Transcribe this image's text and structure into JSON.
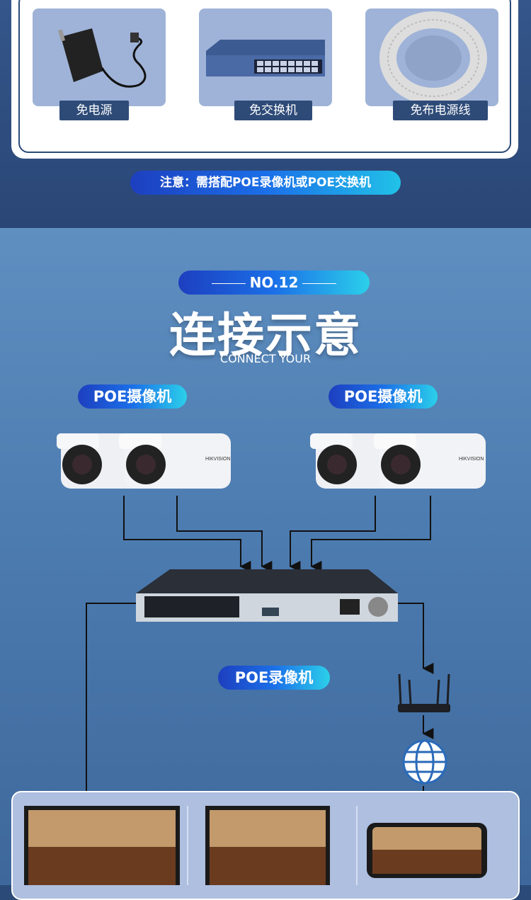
{
  "top_section": {
    "items": [
      {
        "label": "免电源",
        "image": "power-adapter"
      },
      {
        "label": "免交换机",
        "image": "network-switch"
      },
      {
        "label": "免布电源线",
        "image": "cable-coil"
      }
    ],
    "note": "注意：需搭配POE录像机或POE交换机"
  },
  "connect_section": {
    "number": "NO.12",
    "title": "连接示意",
    "subtitle": "CONNECT YOUR",
    "camera_label_left": "POE摄像机",
    "camera_label_right": "POE摄像机",
    "camera_brand": "HIKVISION",
    "nvr_label": "POE录像机",
    "router_icon": "router-icon",
    "internet_icon": "globe-icon",
    "display_devices": [
      "monitor",
      "laptop",
      "smartphone"
    ]
  },
  "colors": {
    "accent": "#1b6fe8",
    "dark_blue": "#2e4b78",
    "background": "#4d7cb0"
  }
}
